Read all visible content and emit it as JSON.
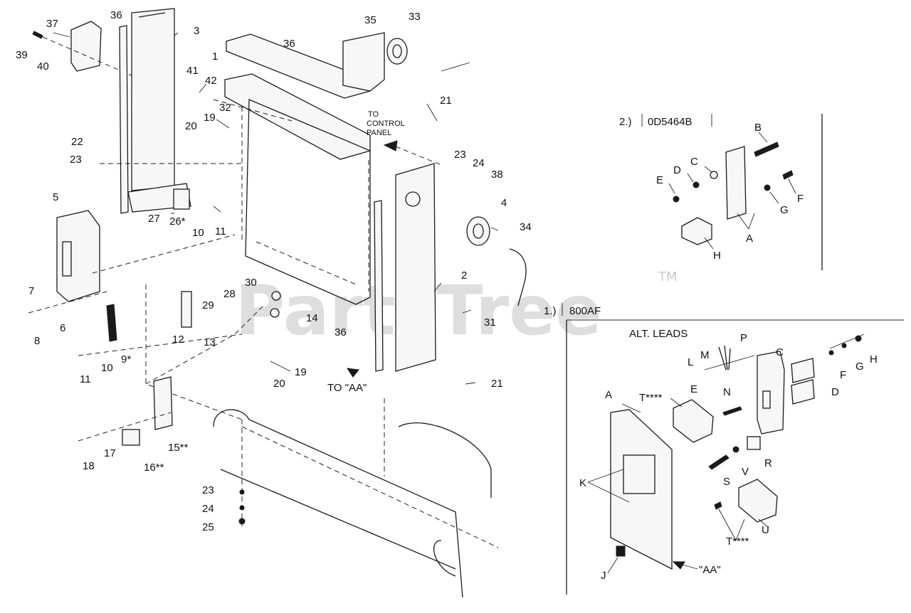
{
  "watermark": {
    "text": "PartsTree",
    "tm": "TM"
  },
  "main_callouts": [
    {
      "id": "c36a",
      "text": "36"
    },
    {
      "id": "c3",
      "text": "3"
    },
    {
      "id": "c37",
      "text": "37"
    },
    {
      "id": "c39",
      "text": "39"
    },
    {
      "id": "c40",
      "text": "40"
    },
    {
      "id": "c41",
      "text": "41"
    },
    {
      "id": "c42",
      "text": "42"
    },
    {
      "id": "c36b",
      "text": "36"
    },
    {
      "id": "c1",
      "text": "1"
    },
    {
      "id": "c35",
      "text": "35"
    },
    {
      "id": "c33",
      "text": "33"
    },
    {
      "id": "c21a",
      "text": "21"
    },
    {
      "id": "c32",
      "text": "32"
    },
    {
      "id": "c19a",
      "text": "19"
    },
    {
      "id": "c20a",
      "text": "20"
    },
    {
      "id": "c22",
      "text": "22"
    },
    {
      "id": "c23a",
      "text": "23"
    },
    {
      "id": "c5",
      "text": "5"
    },
    {
      "id": "c27",
      "text": "27"
    },
    {
      "id": "c26",
      "text": "26*"
    },
    {
      "id": "c10a",
      "text": "10"
    },
    {
      "id": "c11a",
      "text": "11"
    },
    {
      "id": "c23b",
      "text": "23"
    },
    {
      "id": "c24a",
      "text": "24"
    },
    {
      "id": "c38",
      "text": "38"
    },
    {
      "id": "c4",
      "text": "4"
    },
    {
      "id": "c34",
      "text": "34"
    },
    {
      "id": "c30",
      "text": "30"
    },
    {
      "id": "c28",
      "text": "28"
    },
    {
      "id": "c29",
      "text": "29"
    },
    {
      "id": "c2",
      "text": "2"
    },
    {
      "id": "c7",
      "text": "7"
    },
    {
      "id": "c6",
      "text": "6"
    },
    {
      "id": "c8",
      "text": "8"
    },
    {
      "id": "c12",
      "text": "12"
    },
    {
      "id": "c13",
      "text": "13"
    },
    {
      "id": "c14",
      "text": "14"
    },
    {
      "id": "c36c",
      "text": "36"
    },
    {
      "id": "c31",
      "text": "31"
    },
    {
      "id": "c9",
      "text": "9*"
    },
    {
      "id": "c10b",
      "text": "10"
    },
    {
      "id": "c11b",
      "text": "11"
    },
    {
      "id": "c19b",
      "text": "19"
    },
    {
      "id": "c20b",
      "text": "20"
    },
    {
      "id": "c21b",
      "text": "21"
    },
    {
      "id": "c15",
      "text": "15**"
    },
    {
      "id": "c16",
      "text": "16**"
    },
    {
      "id": "c17",
      "text": "17"
    },
    {
      "id": "c18",
      "text": "18"
    },
    {
      "id": "c23c",
      "text": "23"
    },
    {
      "id": "c24b",
      "text": "24"
    },
    {
      "id": "c25",
      "text": "25"
    }
  ],
  "notes": {
    "to_control_panel": [
      "TO",
      "CONTROL",
      "PANEL"
    ],
    "to_aa": "TO \"AA\""
  },
  "inset_2": {
    "heading": "2.)",
    "part_number": "0D5464B",
    "labels": [
      "B",
      "C",
      "D",
      "E",
      "F",
      "G",
      "A",
      "H"
    ]
  },
  "inset_1": {
    "heading": "1.)",
    "model": "800AF",
    "alt_leads": "ALT. LEADS",
    "aa_ref": "\"AA\"",
    "labels": [
      "M",
      "P",
      "C",
      "L",
      "N",
      "H",
      "G",
      "F",
      "D",
      "A",
      "T****",
      "E",
      "K",
      "R",
      "V",
      "S",
      "U",
      "T****",
      "J"
    ]
  }
}
